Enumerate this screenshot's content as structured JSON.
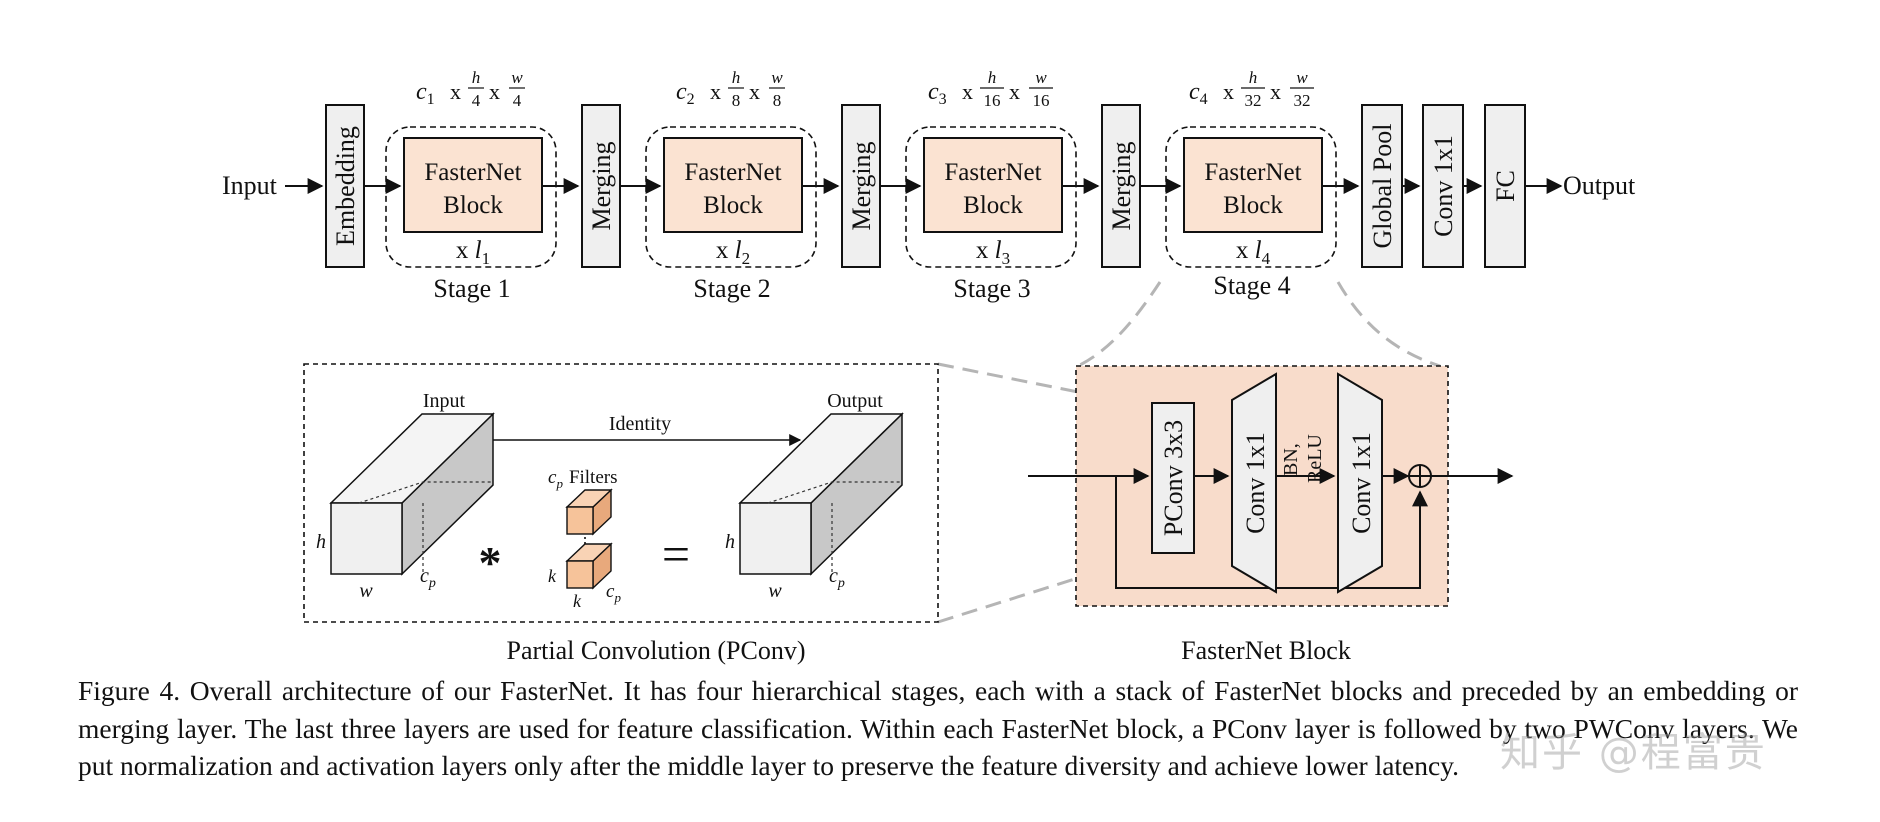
{
  "top": {
    "input_label": "Input",
    "output_label": "Output",
    "embedding_label": "Embedding",
    "merging_label": "Merging",
    "global_pool_label": "Global Pool",
    "conv_label": "Conv 1x1",
    "fc_label": "FC",
    "stages": [
      {
        "stage_label": "Stage 1",
        "block_line1": "FasterNet",
        "block_line2": "Block",
        "repeat_x": "x",
        "repeat_var": "l",
        "repeat_sub": "1",
        "ch_var": "c",
        "ch_sub": "1",
        "times": "x",
        "h_var": "h",
        "h_den": "4",
        "w_var": "w",
        "w_den": "4"
      },
      {
        "stage_label": "Stage 2",
        "block_line1": "FasterNet",
        "block_line2": "Block",
        "repeat_x": "x",
        "repeat_var": "l",
        "repeat_sub": "2",
        "ch_var": "c",
        "ch_sub": "2",
        "times": "x",
        "h_var": "h",
        "h_den": "8",
        "w_var": "w",
        "w_den": "8"
      },
      {
        "stage_label": "Stage 3",
        "block_line1": "FasterNet",
        "block_line2": "Block",
        "repeat_x": "x",
        "repeat_var": "l",
        "repeat_sub": "3",
        "ch_var": "c",
        "ch_sub": "3",
        "times": "x",
        "h_var": "h",
        "h_den": "16",
        "w_var": "w",
        "w_den": "16"
      },
      {
        "stage_label": "Stage 4",
        "block_line1": "FasterNet",
        "block_line2": "Block",
        "repeat_x": "x",
        "repeat_var": "l",
        "repeat_sub": "4",
        "ch_var": "c",
        "ch_sub": "4",
        "times": "x",
        "h_var": "h",
        "h_den": "32",
        "w_var": "w",
        "w_den": "32"
      }
    ]
  },
  "pconv": {
    "title": "Partial Convolution (PConv)",
    "input_label": "Input",
    "output_label": "Output",
    "identity_label": "Identity",
    "filters_var": "c",
    "filters_sub": "p",
    "filters_label": "Filters",
    "h_label": "h",
    "w_label": "w",
    "cp_var": "c",
    "cp_sub": "p",
    "k_label": "k",
    "star_symbol": "*",
    "equals_symbol": "="
  },
  "block": {
    "title": "FasterNet Block",
    "pconv_label": "PConv 3x3",
    "conv1_label": "Conv 1x1",
    "conv2_label": "Conv 1x1",
    "bn_label": "BN,",
    "relu_label": "ReLU"
  },
  "caption": "Figure 4. Overall architecture of our FasterNet. It has four hierarchical stages, each with a stack of FasterNet blocks and preceded by an embedding or merging layer. The last three layers are used for feature classification. Within each FasterNet block, a PConv layer is followed by two PWConv layers. We put normalization and activation layers only after the middle layer to preserve the feature diversity and achieve lower latency.",
  "watermark": "知乎 @程富贵",
  "colors": {
    "block_fill": "#fbe3d2",
    "layer_fill": "#efefef",
    "block_bg": "#f8dccb",
    "cube_front": "#f0f0f0",
    "cube_side": "#c8c8c8",
    "filter_fill": "#f6c39a"
  }
}
